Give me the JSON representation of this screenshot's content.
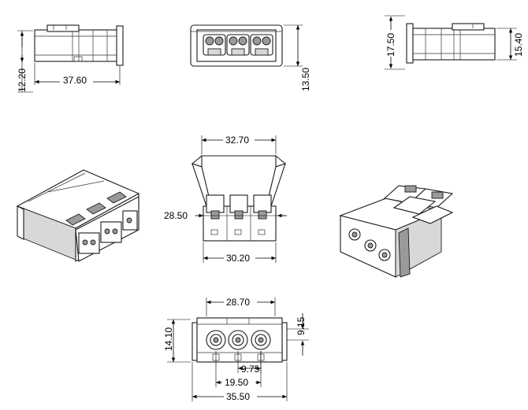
{
  "dimensions": {
    "front_height": "12.20",
    "front_length": "37.60",
    "top_height": "13.50",
    "side_height_outer": "17.50",
    "side_height_inner": "15.40",
    "plan_width": "32.70",
    "plan_depth": "28.50",
    "plan_inner_width": "30.20",
    "bottom_width": "28.70",
    "bottom_height": "14.10",
    "bottom_offset": "9.15",
    "pitch_single": "9.75",
    "pitch_double": "19.50",
    "overall_length": "35.50"
  }
}
